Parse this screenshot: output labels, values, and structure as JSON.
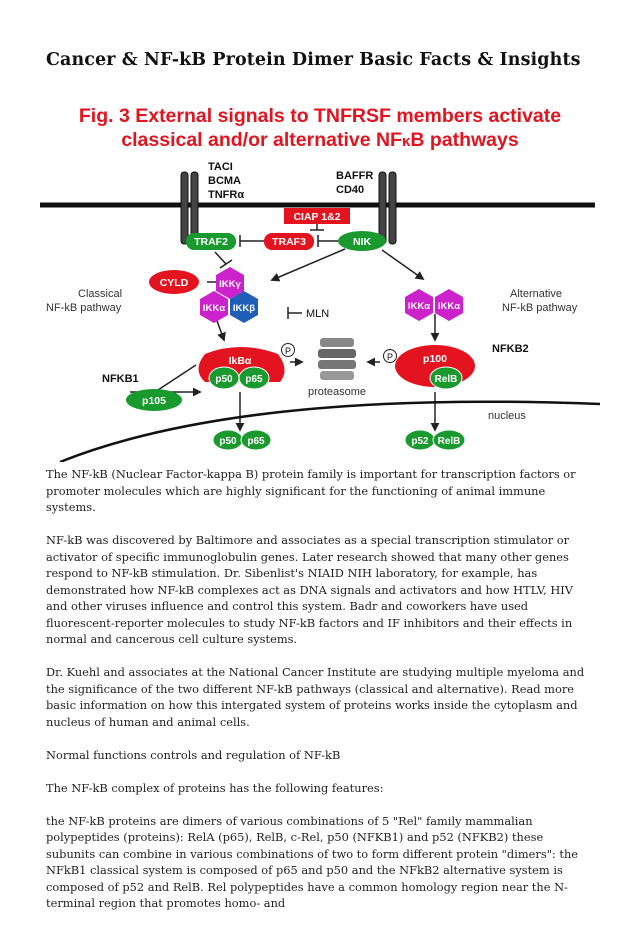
{
  "page": {
    "title": "Cancer & NF-kB Protein Dimer Basic Facts & Insights"
  },
  "figure": {
    "title_line1": "Fig. 3 External signals to TNFRSF members activate",
    "title_line2_a": "classical and/or alternative NF",
    "title_line2_kappa": "κ",
    "title_line2_b": "B pathways",
    "receptors_left": [
      "TACI",
      "BCMA",
      "TNFRα"
    ],
    "receptors_right": [
      "BAFFR",
      "CD40"
    ],
    "ciap": "CIAP 1&2",
    "traf2": "TRAF2",
    "traf3": "TRAF3",
    "nik": "NIK",
    "cyld": "CYLD",
    "ikk_gamma": "IKKγ",
    "ikk_alpha": "IKKα",
    "ikk_beta": "IKKβ",
    "ikk_alpha_alt1": "IKKα",
    "ikk_alpha_alt2": "IKKα",
    "mln": "MLN",
    "classical_line1": "Classical",
    "classical_line2": "NF-kB pathway",
    "alternative_line1": "Alternative",
    "alternative_line2": "NF-kB pathway",
    "ikba": "IkBα",
    "p_label": "P",
    "proteasome": "proteasome",
    "p100": "p100",
    "nfkb2": "NFKB2",
    "relb": "RelB",
    "nfkb1": "NFKB1",
    "p105": "p105",
    "p50": "p50",
    "p65": "p65",
    "nucleus": "nucleus",
    "p52": "p52"
  },
  "paragraphs": [
    "The NF-kB (Nuclear Factor-kappa B) protein family is important for transcription factors or promoter molecules which are highly significant for the functioning of animal immune systems.",
    "NF-kB was discovered by Baltimore and associates as a special transcription stimulator or activator of specific immunoglobulin genes. Later research showed that many other genes respond to NF-kB stimulation. Dr. Sibenlist's NIAID NIH laboratory, for example, has demonstrated how NF-kB complexes act as DNA signals and activators and how HTLV, HIV and other viruses influence and control this system. Badr and coworkers have used fluorescent-reporter molecules to study NF-kB factors and IF inhibitors and their effects in normal and cancerous cell culture systems.",
    "Dr. Kuehl and associates at the National Cancer Institute are studying multiple myeloma and the significance of the two different NF-kB pathways (classical and alternative). Read more basic information on how this intergated system of proteins works inside the cytoplasm and nucleus of human and animal cells.",
    "Normal functions controls and regulation of NF-kB",
    "The NF-kB complex of proteins has the following features:",
    "the NF-kB proteins are dimers of various combinations of 5 \"Rel\" family mammalian polypeptides (proteins): RelA (p65), RelB, c-Rel, p50 (NFKB1) and p52 (NFKB2) these subunits can combine in various combinations of two to form different protein \"dimers\": the NFkB1 classical system is composed of p65 and p50 and the NFkB2 alternative system is composed of p52 and RelB. Rel polypeptides have a common homology region near the N-terminal region that promotes homo- and"
  ],
  "colors": {
    "red": "#e3141f",
    "green": "#1a9a2e",
    "magenta": "#cc22cc",
    "blue": "#1f5fb8",
    "title_red": "#e3141f"
  }
}
